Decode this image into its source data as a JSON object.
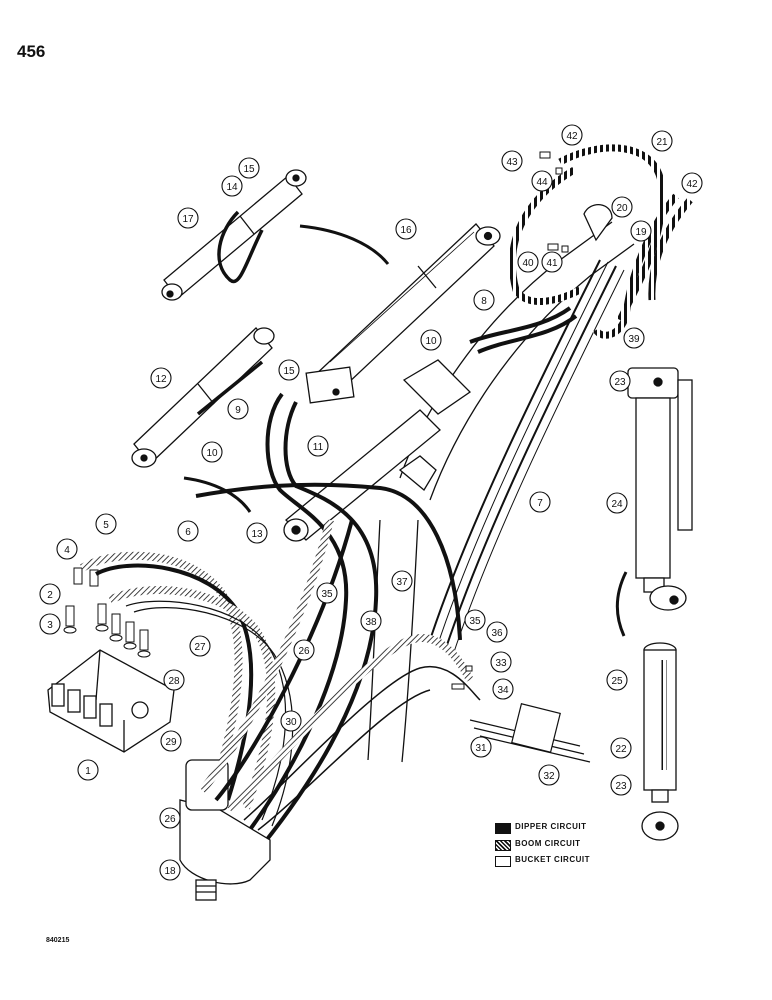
{
  "page": {
    "number": "456",
    "drawing_id": "840215"
  },
  "legend": [
    {
      "label": "DIPPER CIRCUIT",
      "pattern": "solid"
    },
    {
      "label": "BOOM CIRCUIT",
      "pattern": "hatched"
    },
    {
      "label": "BUCKET CIRCUIT",
      "pattern": "open"
    }
  ],
  "callouts": [
    "1",
    "2",
    "3",
    "4",
    "5",
    "6",
    "7",
    "8",
    "9",
    "10",
    "10",
    "11",
    "12",
    "13",
    "14",
    "15",
    "15",
    "16",
    "17",
    "18",
    "19",
    "20",
    "21",
    "22",
    "23",
    "23",
    "24",
    "25",
    "26",
    "26",
    "27",
    "28",
    "29",
    "30",
    "31",
    "32",
    "33",
    "34",
    "35",
    "35",
    "36",
    "37",
    "38",
    "39",
    "40",
    "41",
    "42",
    "42",
    "43",
    "44"
  ],
  "colors": {
    "ink": "#111111",
    "paper": "#ffffff"
  }
}
